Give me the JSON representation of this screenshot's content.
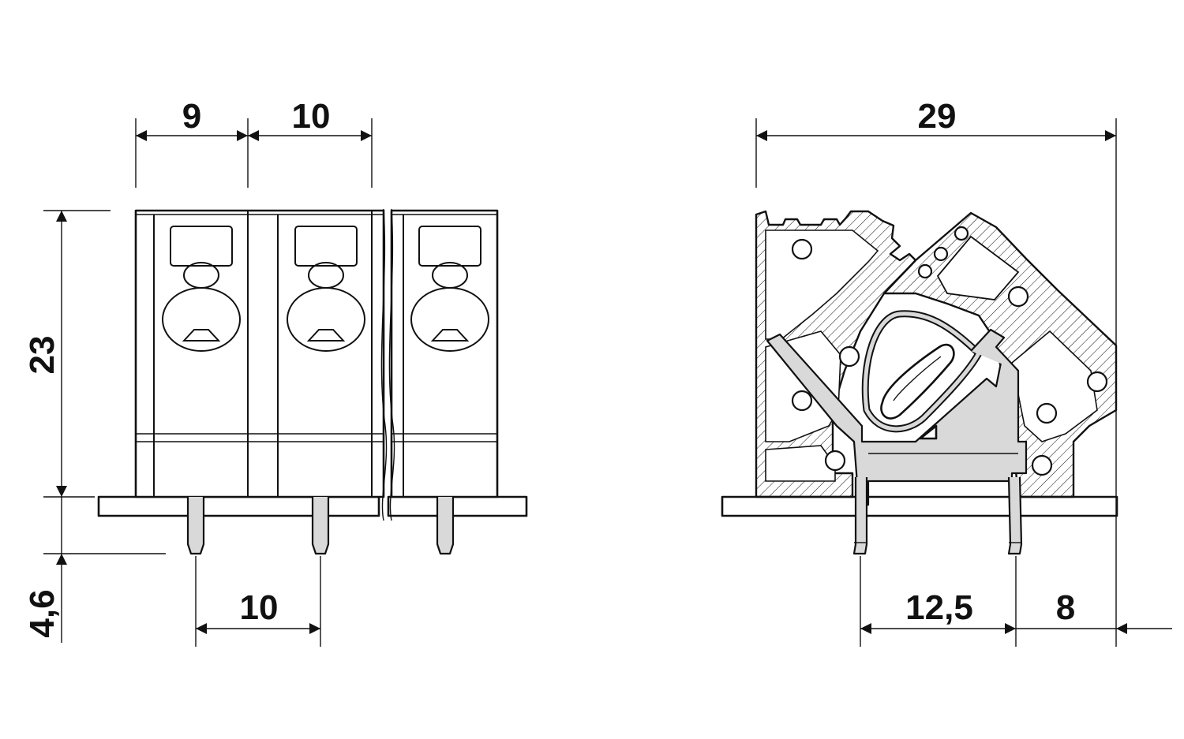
{
  "dimensions": {
    "front_module_width": "9",
    "front_pitch_top": "10",
    "front_height": "23",
    "front_pin_length": "4,6",
    "front_pitch_bottom": "10",
    "side_width": "29",
    "side_pin_spacing": "12,5",
    "side_offset": "8"
  },
  "colors": {
    "line": "#111111",
    "section_fill": "#d9d9d9",
    "background": "#ffffff"
  }
}
